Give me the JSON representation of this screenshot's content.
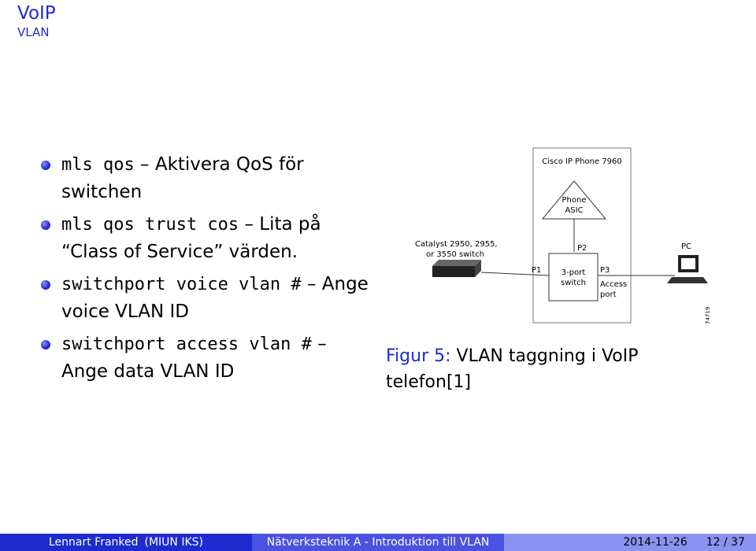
{
  "header": {
    "title": "VoIP",
    "subtitle": "VLAN"
  },
  "bullets": [
    {
      "cmd": "mls qos",
      "text": "– Aktivera QoS för switchen"
    },
    {
      "cmd": "mls qos trust cos",
      "text": "– Lita på “Class of Service” värden."
    },
    {
      "cmd": "switchport voice vlan #",
      "text": "– Ange voice VLAN ID"
    },
    {
      "cmd": "switchport access vlan #",
      "text": "– Ange data VLAN ID"
    }
  ],
  "figure": {
    "phone_label": "Cisco IP Phone 7960",
    "asic_line1": "Phone",
    "asic_line2": "ASIC",
    "catalyst_line1": "Catalyst 2950, 2955,",
    "catalyst_line2": "or 3550 switch",
    "p1": "P1",
    "p2": "P2",
    "p3": "P3",
    "switch_line1": "3-port",
    "switch_line2": "switch",
    "access_line1": "Access",
    "access_line2": "port",
    "pc": "PC",
    "code": "74719"
  },
  "caption": {
    "label": "Figur 5:",
    "text": "VLAN taggning i VoIP telefon[1]"
  },
  "footer": {
    "author": "Lennart Franked",
    "institute": "(MIUN IKS)",
    "course": "Nätverksteknik A - Introduktion till VLAN",
    "date": "2014-11-26",
    "page": "12 / 37"
  }
}
